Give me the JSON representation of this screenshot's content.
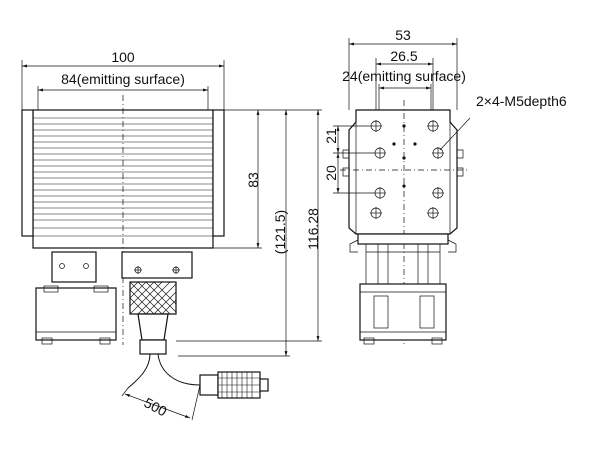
{
  "drawing": {
    "front_view": {
      "width_total": "100",
      "width_emitting": "84(emitting surface)",
      "height_body": "83",
      "height_ref": "(121.5)",
      "height_total": "116.28",
      "cable_length": "500"
    },
    "side_view": {
      "width_total": "53",
      "hole_pitch": "26.5",
      "width_emitting": "24(emitting surface)",
      "hole_spec": "2×4-M5depth6",
      "vertical_pitch_top": "21",
      "vertical_pitch_bottom": "20"
    }
  }
}
